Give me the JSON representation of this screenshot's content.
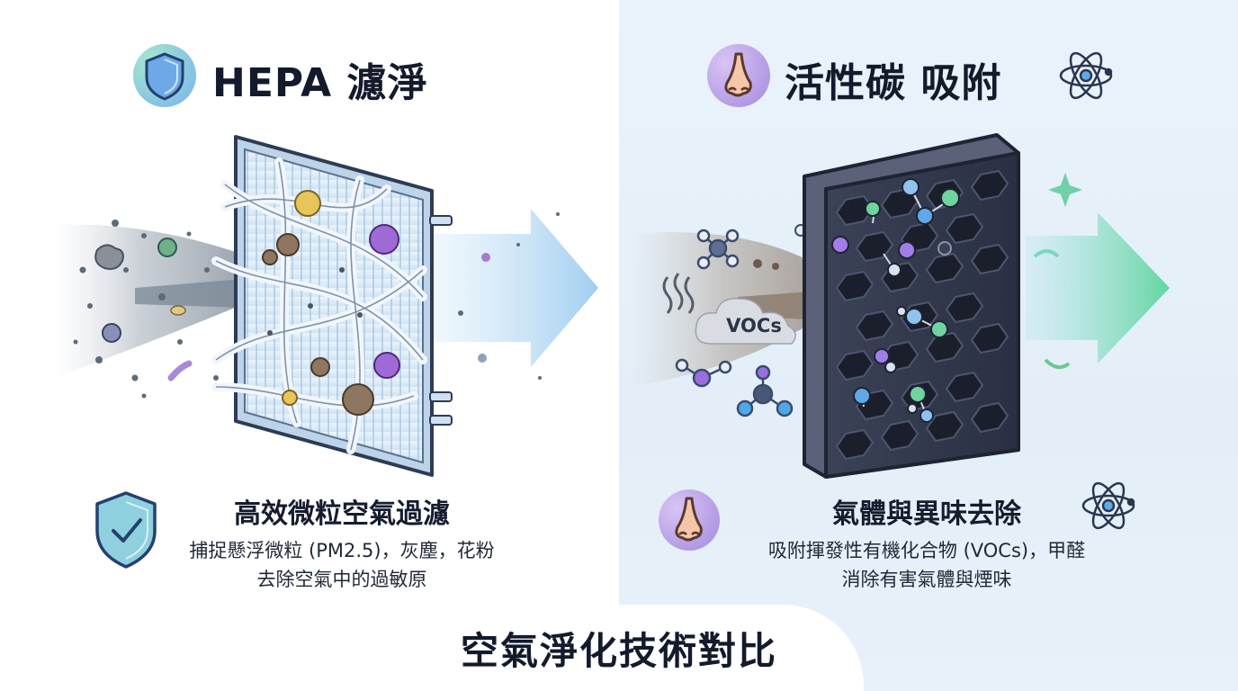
{
  "title": "空氣淨化技術對比",
  "left": {
    "heading": "HEPA 濾淨",
    "caption_title": "高效微粒空氣過濾",
    "caption_line1": "捕捉懸浮微粒 (PM2.5)，灰塵，花粉",
    "caption_line2": "去除空氣中的過敏原",
    "header_icon": "shield-icon",
    "caption_icon": "shield-check-icon",
    "accent_color": "#8fd6c2"
  },
  "right": {
    "heading": "活性碳 吸附",
    "label_vocs": "VOCs",
    "caption_title": "氣體與異味去除",
    "caption_line1": "吸附揮發性有機化合物 (VOCs)，甲醛",
    "caption_line2": "消除有害氣體與煙味",
    "header_icon": "nose-icon",
    "atom_icon": "atom-icon",
    "caption_icon": "nose-icon",
    "accent_color": "#b49ae6"
  }
}
